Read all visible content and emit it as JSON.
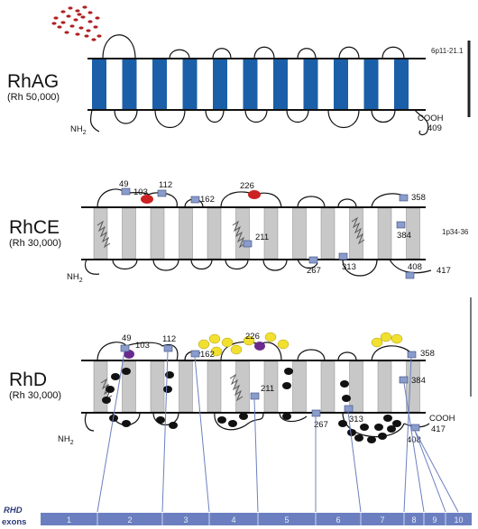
{
  "proteins": {
    "rhag": {
      "name": "RhAG",
      "mass": "(Rh 50,000)",
      "nterm": "NH",
      "nterm_sub": "2",
      "cterm": "COOH",
      "cterm_num": "409",
      "locus": "6p11-21.1"
    },
    "rhce": {
      "name": "RhCE",
      "mass": "(Rh 30,000)",
      "nterm": "NH",
      "nterm_sub": "2",
      "cterm_num": "417",
      "locus": "1p34-36",
      "markers": [
        "49",
        "103",
        "112",
        "162",
        "226",
        "211",
        "384",
        "358",
        "267",
        "313",
        "408"
      ]
    },
    "rhd": {
      "name": "RhD",
      "mass": "(Rh 30,000)",
      "nterm": "NH",
      "nterm_sub": "2",
      "cterm": "COOH",
      "cterm_num": "417",
      "markers": [
        "49",
        "103",
        "112",
        "162",
        "226",
        "211",
        "358",
        "384",
        "267",
        "313",
        "408"
      ]
    }
  },
  "exon_bar": {
    "gene": "RHD",
    "word": "exons",
    "exons": [
      "1",
      "2",
      "3",
      "4",
      "5",
      "6",
      "7",
      "8",
      "9",
      "10"
    ]
  },
  "colors": {
    "rhag_helix": "#1a5fa8",
    "helix_gray": "#c8c8c8",
    "red_dot": "#cc2222",
    "purple_dot": "#6a2a8c",
    "yellow_dot": "#f2e030",
    "marker_box": "#8a9ccc",
    "exon_bar": "#6b7fc0",
    "glyco": "#b02020"
  }
}
